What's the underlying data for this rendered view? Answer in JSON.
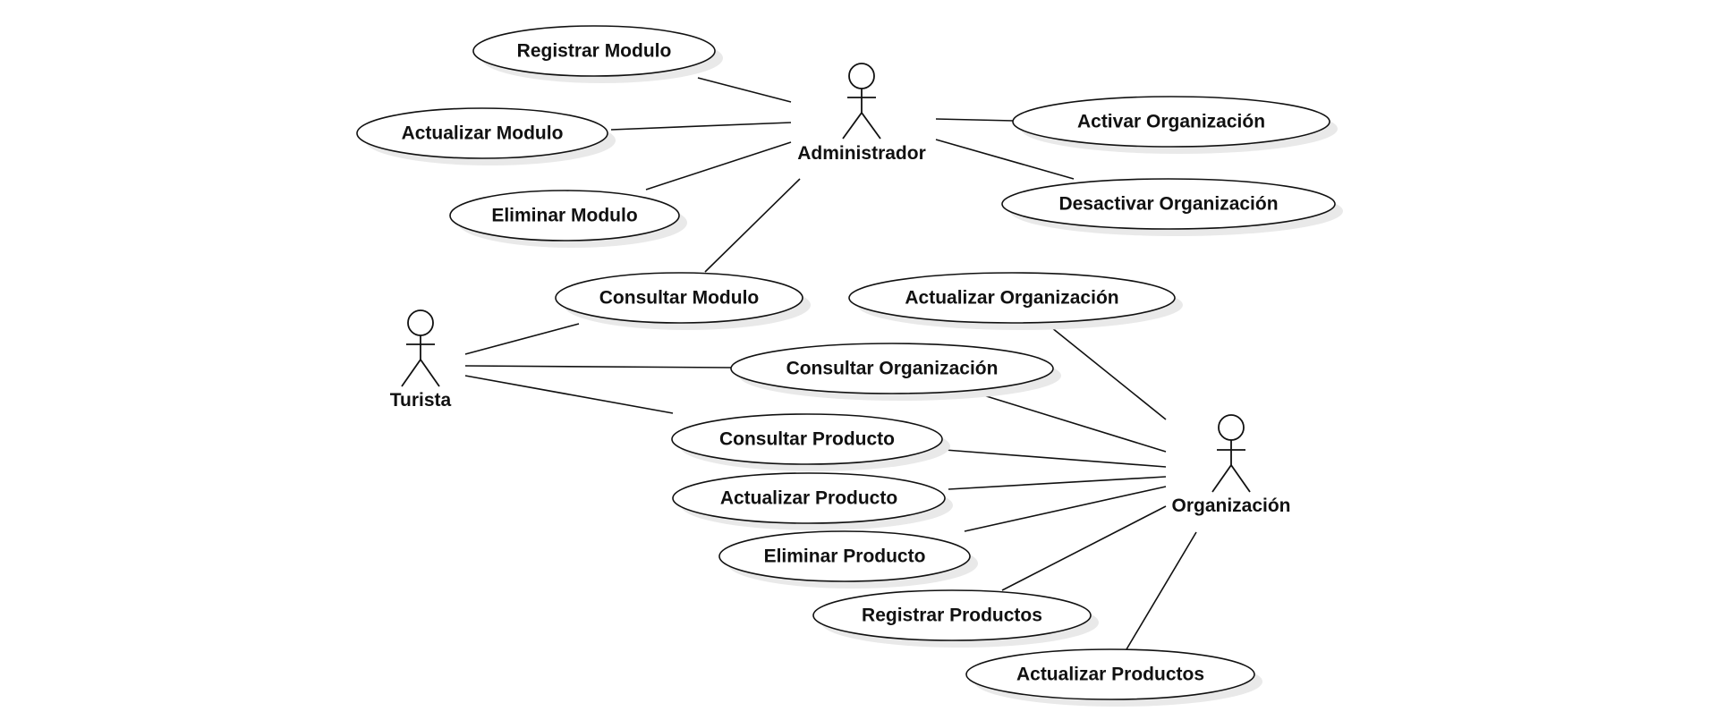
{
  "diagram": {
    "type": "use-case",
    "actors": {
      "administrador": "Administrador",
      "turista": "Turista",
      "organizacion": "Organización"
    },
    "use_cases": {
      "registrar_modulo": "Registrar Modulo",
      "actualizar_modulo": "Actualizar Modulo",
      "eliminar_modulo": "Eliminar Modulo",
      "activar_organizacion": "Activar Organización",
      "desactivar_organizacion": "Desactivar Organización",
      "consultar_modulo": "Consultar Modulo",
      "actualizar_organizacion": "Actualizar Organización",
      "consultar_organizacion": "Consultar Organización",
      "consultar_producto": "Consultar Producto",
      "actualizar_producto": "Actualizar Producto",
      "eliminar_producto": "Eliminar Producto",
      "registrar_productos": "Registrar Productos",
      "actualizar_productos": "Actualizar Productos"
    },
    "associations": [
      [
        "administrador",
        "registrar_modulo"
      ],
      [
        "administrador",
        "actualizar_modulo"
      ],
      [
        "administrador",
        "eliminar_modulo"
      ],
      [
        "administrador",
        "activar_organizacion"
      ],
      [
        "administrador",
        "desactivar_organizacion"
      ],
      [
        "administrador",
        "consultar_modulo"
      ],
      [
        "turista",
        "consultar_modulo"
      ],
      [
        "turista",
        "consultar_organizacion"
      ],
      [
        "turista",
        "consultar_producto"
      ],
      [
        "organizacion",
        "actualizar_organizacion"
      ],
      [
        "organizacion",
        "consultar_organizacion"
      ],
      [
        "organizacion",
        "consultar_producto"
      ],
      [
        "organizacion",
        "actualizar_producto"
      ],
      [
        "organizacion",
        "eliminar_producto"
      ],
      [
        "organizacion",
        "registrar_productos"
      ],
      [
        "organizacion",
        "actualizar_productos"
      ]
    ]
  }
}
